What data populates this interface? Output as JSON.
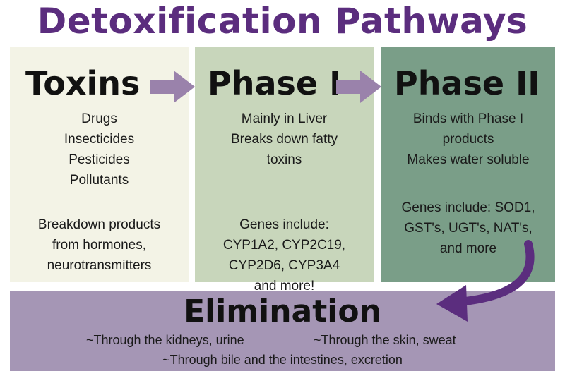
{
  "title": "Detoxification Pathways",
  "colors": {
    "title": "#5b2d7e",
    "arrow": "#9a82ab",
    "curve_arrow": "#5b2d7e",
    "toxins_bg": "#f3f3e6",
    "phase1_bg": "#c8d6bb",
    "phase2_bg": "#7a9e88",
    "elimination_bg": "#a596b5"
  },
  "toxins": {
    "heading": "Toxins",
    "items": [
      "Drugs",
      "Insecticides",
      "Pesticides",
      "Pollutants"
    ],
    "extra": [
      "Breakdown products",
      "from hormones,",
      "neurotransmitters"
    ]
  },
  "phase1": {
    "heading": "Phase I",
    "items": [
      "Mainly in Liver",
      "Breaks down fatty",
      "toxins"
    ],
    "genes": [
      "Genes include:",
      "CYP1A2, CYP2C19,",
      "CYP2D6, CYP3A4",
      "and more!"
    ]
  },
  "phase2": {
    "heading": "Phase II",
    "items": [
      "Binds with Phase I",
      "products",
      "Makes water soluble"
    ],
    "genes": [
      "Genes include:  SOD1,",
      "GST's, UGT's, NAT's,",
      "and more"
    ]
  },
  "elimination": {
    "heading": "Elimination",
    "routes": [
      "~Through the kidneys, urine",
      "~Through the skin, sweat",
      "~Through bile and the intestines, excretion"
    ]
  }
}
